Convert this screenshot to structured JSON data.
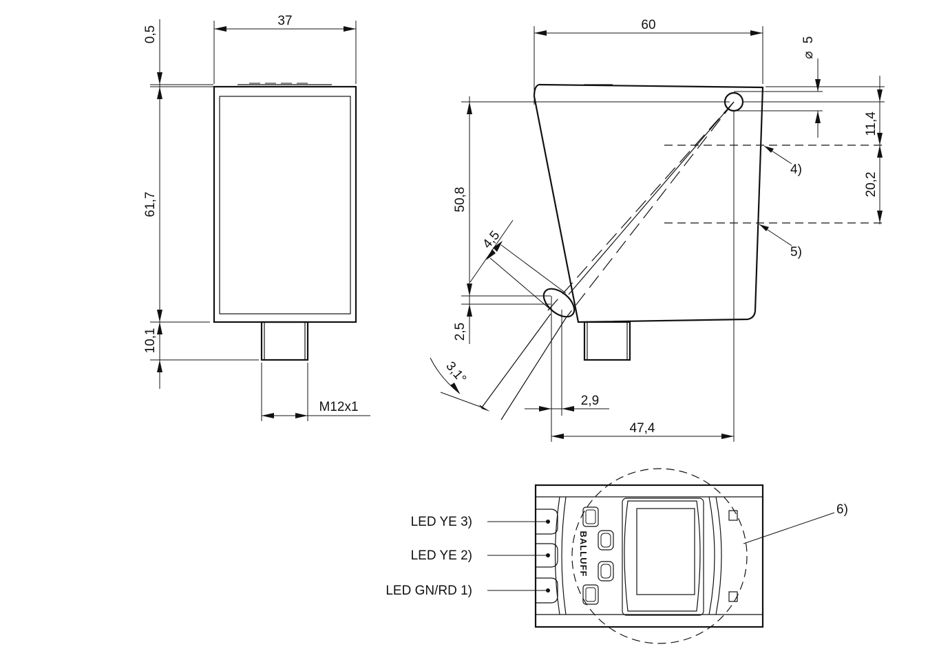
{
  "side_view": {
    "width_label": "37",
    "top_offset_label": "0,5",
    "height_label": "61,7",
    "connector_height_label": "10,1",
    "thread_label": "M12x1"
  },
  "front_view": {
    "width_label": "60",
    "hole_diameter_label": "5",
    "top_to_hole_label": "11,4",
    "hole_to_rx_label": "20,2",
    "emitter_height_label": "50,8",
    "emitter_diameter_label": "4,5",
    "emitter_offset_label": "2,5",
    "angle_label": "3,1°",
    "emitter_x_offset_label": "2,9",
    "distance_label": "47,4",
    "callout_4": "4)",
    "callout_5": "5)"
  },
  "top_view": {
    "brand": "BALLUFF",
    "led_labels": [
      "LED YE 3)",
      "LED YE 2)",
      "LED GN/RD 1)"
    ],
    "callout_6": "6)"
  }
}
